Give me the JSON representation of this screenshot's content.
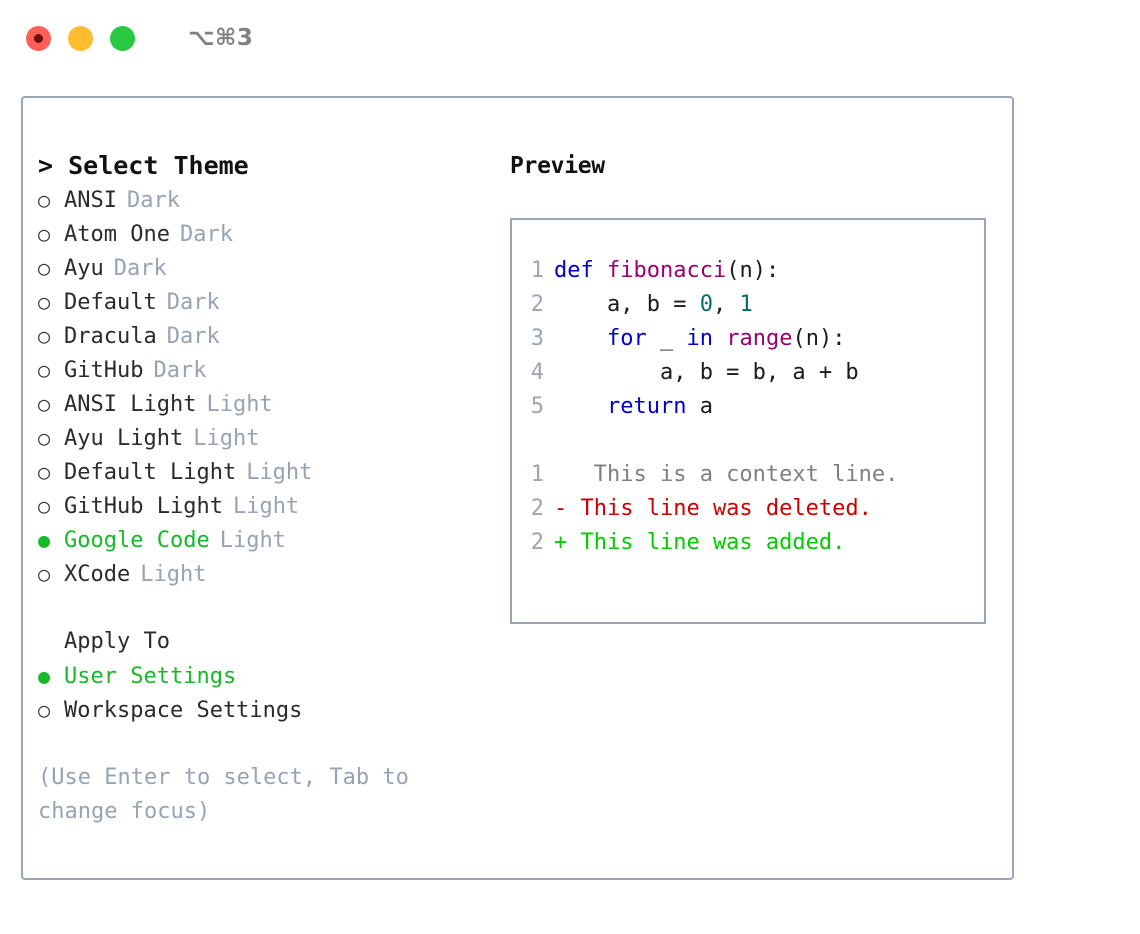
{
  "window": {
    "title": "⌥⌘3",
    "traffic_lights": [
      {
        "name": "close-button",
        "color": "#ff5f57",
        "recording": true
      },
      {
        "name": "minimize-button",
        "color": "#febc2e",
        "recording": false
      },
      {
        "name": "maximize-button",
        "color": "#28c840",
        "recording": false
      }
    ]
  },
  "theme_picker": {
    "header": "> Select Theme",
    "marker_unselected": "○",
    "marker_selected": "●",
    "items": [
      {
        "name": "ANSI",
        "kind": "Dark",
        "selected": false
      },
      {
        "name": "Atom One",
        "kind": "Dark",
        "selected": false
      },
      {
        "name": "Ayu",
        "kind": "Dark",
        "selected": false
      },
      {
        "name": "Default",
        "kind": "Dark",
        "selected": false
      },
      {
        "name": "Dracula",
        "kind": "Dark",
        "selected": false
      },
      {
        "name": "GitHub",
        "kind": "Dark",
        "selected": false
      },
      {
        "name": "ANSI Light",
        "kind": "Light",
        "selected": false
      },
      {
        "name": "Ayu Light",
        "kind": "Light",
        "selected": false
      },
      {
        "name": "Default Light",
        "kind": "Light",
        "selected": false
      },
      {
        "name": "GitHub Light",
        "kind": "Light",
        "selected": false
      },
      {
        "name": "Google Code",
        "kind": "Light",
        "selected": true
      },
      {
        "name": "XCode",
        "kind": "Light",
        "selected": false
      }
    ]
  },
  "apply_to": {
    "header": "Apply To",
    "items": [
      {
        "name": "User Settings",
        "selected": true
      },
      {
        "name": "Workspace Settings",
        "selected": false
      }
    ]
  },
  "hint": "(Use Enter to select, Tab to change focus)",
  "preview": {
    "title": "Preview",
    "code_lines": [
      {
        "num": "1",
        "tokens": [
          {
            "t": "def",
            "c": "kw"
          },
          {
            "t": " ",
            "c": "plain"
          },
          {
            "t": "fibonacci",
            "c": "fn"
          },
          {
            "t": "(n):",
            "c": "plain"
          }
        ]
      },
      {
        "num": "2",
        "tokens": [
          {
            "t": "    a, b = ",
            "c": "plain"
          },
          {
            "t": "0",
            "c": "num"
          },
          {
            "t": ", ",
            "c": "plain"
          },
          {
            "t": "1",
            "c": "num"
          }
        ]
      },
      {
        "num": "3",
        "tokens": [
          {
            "t": "    ",
            "c": "plain"
          },
          {
            "t": "for",
            "c": "kw"
          },
          {
            "t": " _ ",
            "c": "plain"
          },
          {
            "t": "in",
            "c": "kw"
          },
          {
            "t": " ",
            "c": "plain"
          },
          {
            "t": "range",
            "c": "fn"
          },
          {
            "t": "(n):",
            "c": "plain"
          }
        ]
      },
      {
        "num": "4",
        "tokens": [
          {
            "t": "        a, b = b, a + b",
            "c": "plain"
          }
        ]
      },
      {
        "num": "5",
        "tokens": [
          {
            "t": "    ",
            "c": "plain"
          },
          {
            "t": "return",
            "c": "kw"
          },
          {
            "t": " a",
            "c": "plain"
          }
        ]
      }
    ],
    "diff_lines": [
      {
        "num": "1",
        "marker": " ",
        "text": "  This is a context line.",
        "kind": "context"
      },
      {
        "num": "2",
        "marker": "-",
        "text": " This line was deleted.",
        "kind": "deleted"
      },
      {
        "num": "2",
        "marker": "+",
        "text": " This line was added.",
        "kind": "added"
      }
    ]
  },
  "colors": {
    "border": "#9aa5b5",
    "selected_green": "#17b829",
    "muted": "#97a3b4",
    "keyword": "#0000cc",
    "function": "#990073",
    "number": "#056b6b",
    "diff_context": "#808080",
    "diff_deleted": "#cc0000",
    "diff_added": "#00cc00",
    "line_number": "#9aa5b5"
  }
}
